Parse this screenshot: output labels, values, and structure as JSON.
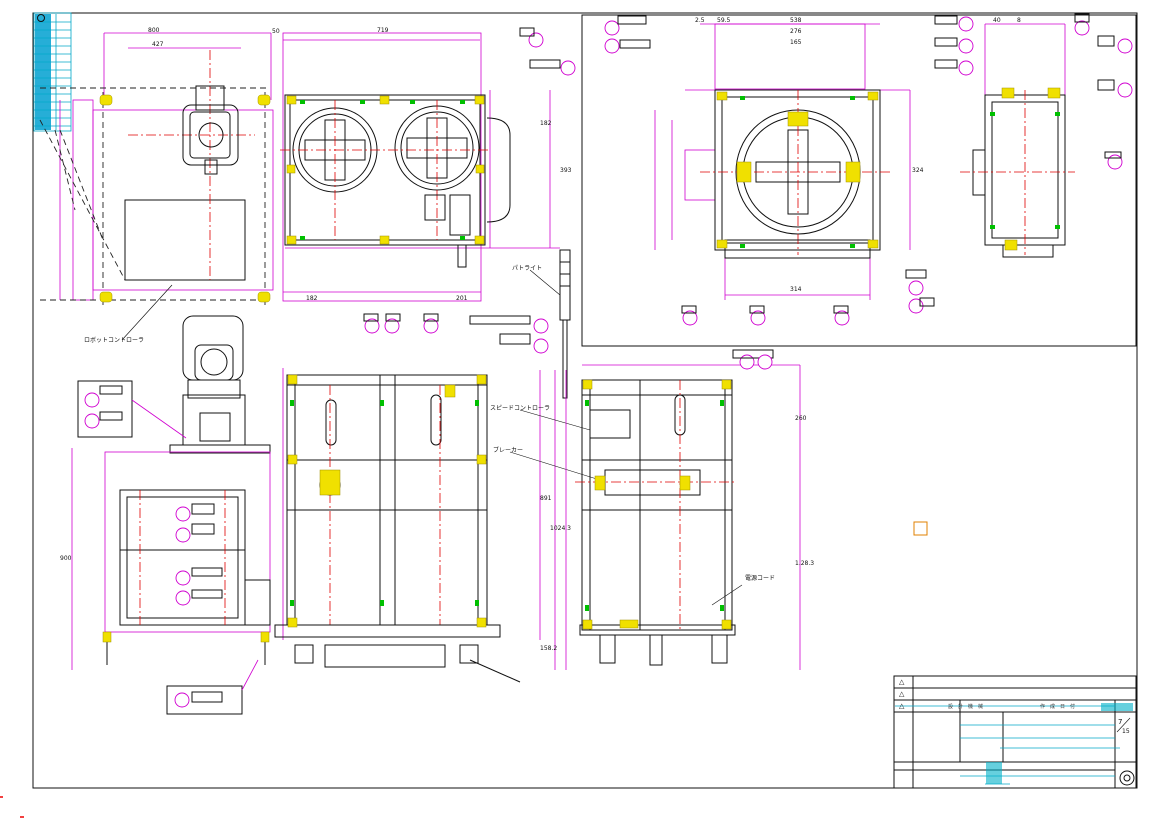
{
  "labels": {
    "robot_controller": "ロボットコントローラ",
    "patlite": "パトライト",
    "speed_controller": "スピードコントローラ",
    "breaker": "ブレーカー",
    "power_cord": "電源コード"
  },
  "dimensions": {
    "top_left_width": "800",
    "top_left_inner": "427",
    "top_left_gap": "50",
    "top_mid_width": "719",
    "top_mid_height": "182",
    "top_mid_depth": "393",
    "top_mid_bottom_left": "182",
    "top_mid_bottom_right": "201",
    "tr_top_a": "2.5",
    "tr_top_b": "59.5",
    "tr_top_c": "538",
    "tr_top_d": "276",
    "tr_top_e": "165",
    "tr_bottom": "314",
    "tr_right": "324",
    "side_right_a": "40",
    "side_right_b": "8",
    "lower_mid_height_a": "891",
    "lower_mid_height_b": "1024.3",
    "lower_right_height": "1.28.3",
    "lower_mid_bottom": "158.2",
    "lower_right_top": "260",
    "lower_left_height": "900"
  },
  "title_block": {
    "header_cells": [
      "設",
      "計",
      "機",
      "械",
      "作",
      "成",
      "日",
      "付"
    ],
    "sheet_number": "7",
    "sheet_total": "15",
    "revision_marks": [
      "△",
      "△",
      "△"
    ]
  }
}
